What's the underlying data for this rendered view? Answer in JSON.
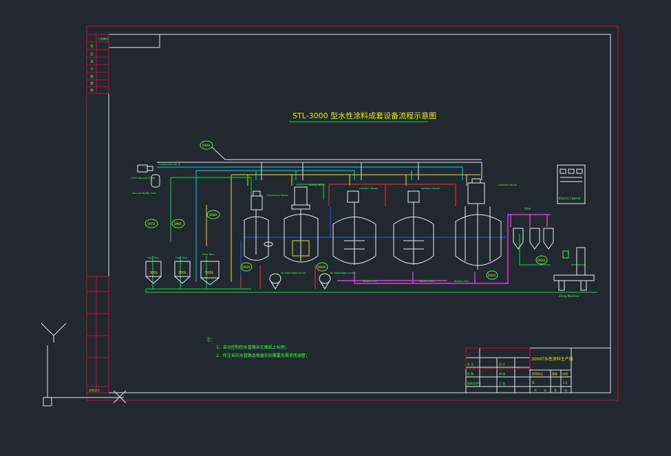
{
  "title": "STL-3000 型水性涂料成套设备流程示意图",
  "colors": {
    "background": "#212830",
    "border_red": "#c8102e",
    "frame_white": "#e8e8e8",
    "equipment_white": "#f0f0f0",
    "pipe_green": "#00e040",
    "pipe_cyan": "#00d8e8",
    "pipe_magenta": "#ff40ff",
    "pipe_blue": "#3050ff",
    "pipe_yellow": "#e8e800",
    "label_yellow": "#e8e800",
    "label_green": "#40ff40"
  },
  "labels": {
    "vacuum_pump": "LH60 Vacuum Pump",
    "vacuum_buffer": "Vacuum Buffer Tank",
    "compressed_air": "Compressed Air In",
    "dispersing_vessel": "Dispersing Vessel",
    "mixing_vessel": "Mixing Vessel",
    "letdown_vessel_1": "Letdown Vessel",
    "letdown_vessel_2": "Letdown Vessel",
    "letdown_vessel_3": "Letdown Vessel",
    "feed_tank_1": "Feed Tank",
    "feed_tank_2": "Feed Tank",
    "feed_tank_3": "Feed Tank",
    "vol_1": "200L",
    "vol_2": "200L",
    "vol_3": "500L",
    "diaphragm_pump_1": "Air diaphragm pump",
    "diaphragm_pump_2": "Air diaphragm pump",
    "bottom_valve_1": "Bottom Port",
    "bottom_valve_2": "Bottom Port",
    "bottom_valve_3": "Bottom Port",
    "filter": "Filter",
    "filling_machine": "Filling Machine",
    "electric_cabinet": "Electric Cabinet",
    "dn40_1": "DN40",
    "dn40_2": "DN40",
    "dn40_3": "DN40",
    "dn40_4": "DN40",
    "dn40_5": "DN40",
    "dn40_6": "DN40",
    "dn50_1": "DN50",
    "dn65_1": "DN65"
  },
  "notes": {
    "heading": "注：",
    "line1": "1、自动控制的水管路未在图纸上标明；",
    "line2": "2、所注采的水管路会根据实际需要及需求而调整；"
  },
  "side_strip": {
    "items": [
      "工程编号",
      "专",
      "业",
      "设",
      "计",
      "校",
      "审",
      "核"
    ],
    "bottom": "底图总号"
  },
  "title_block": {
    "project": "3000T水性涂料生产线",
    "rows_left": [
      "标 记",
      "处 数",
      "修改文件号"
    ],
    "rows_mid": [
      "设 计",
      "审 核",
      "工 艺"
    ],
    "col_labels": [
      "阶段标记",
      "重量",
      "比例"
    ],
    "scale_row": [
      "S",
      "1:5"
    ],
    "sheet_row": [
      "共",
      "张",
      "第",
      "张"
    ]
  }
}
